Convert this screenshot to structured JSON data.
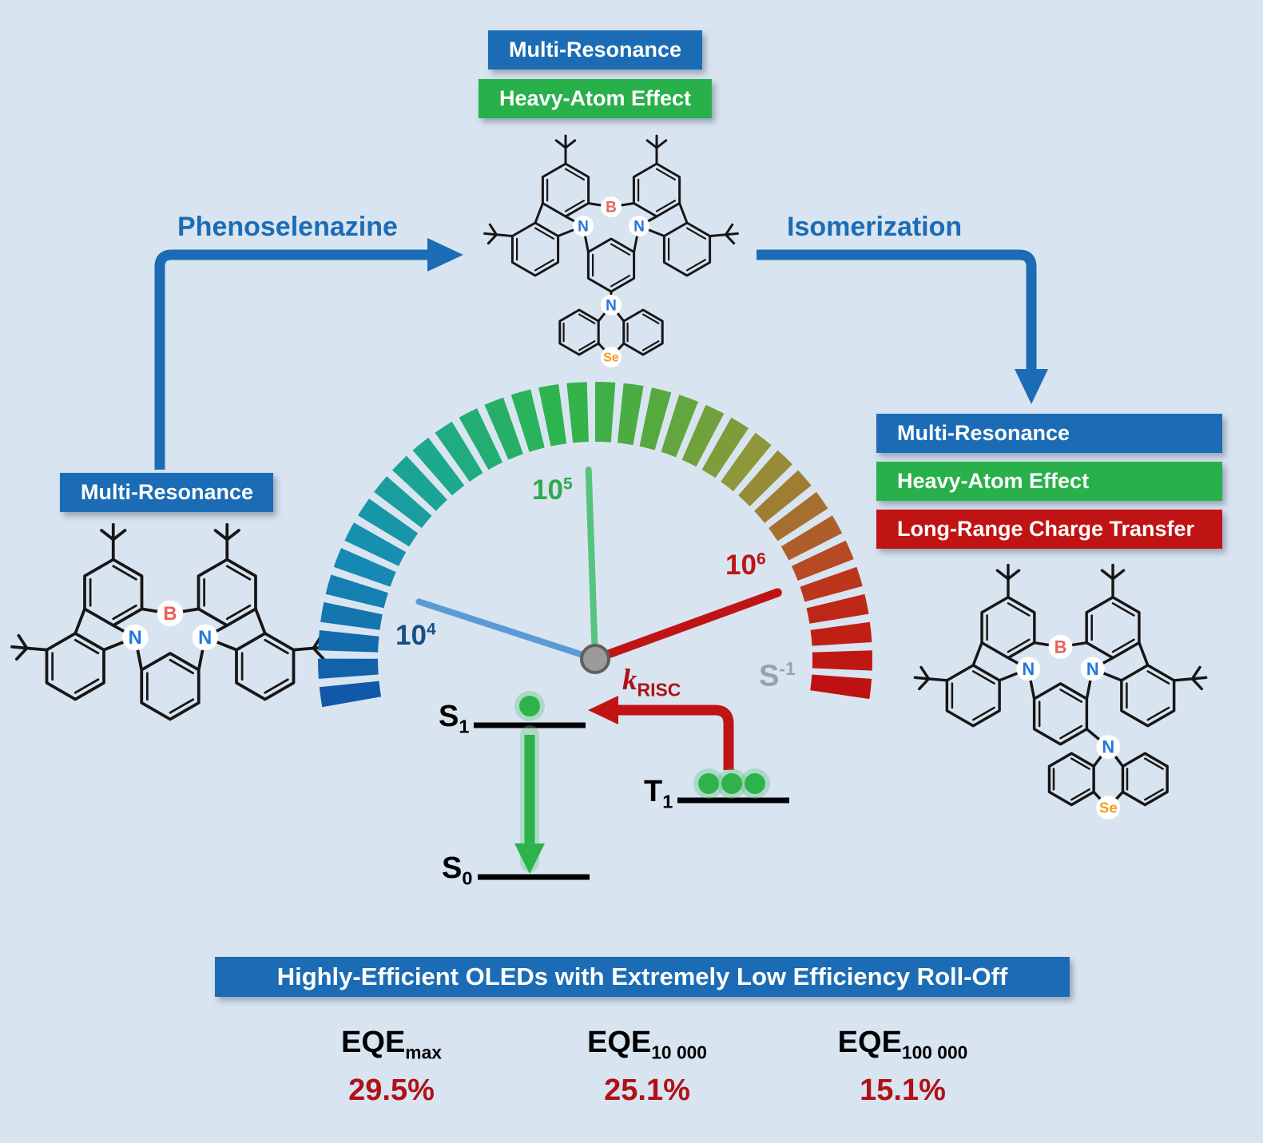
{
  "colors": {
    "background": "#d9e4f1",
    "blue": "#1b6cb5",
    "green": "#28b04a",
    "red": "#c01414",
    "dark_red": "#b01116",
    "gray": "#98a2ac",
    "atom_b": "#e8605a",
    "atom_n": "#2277dd",
    "atom_se": "#f59a1d",
    "needle_blue": "#5b9bd5",
    "needle_green": "#55c47d",
    "needle_red": "#c01414"
  },
  "top_badges": {
    "multi_resonance": "Multi-Resonance",
    "heavy_atom": "Heavy-Atom Effect"
  },
  "left_panel": {
    "arrow_label": "Phenoselenazine",
    "badge": "Multi-Resonance"
  },
  "right_panel": {
    "arrow_label": "Isomerization",
    "badge_multi_resonance": "Multi-Resonance",
    "badge_heavy_atom": "Heavy-Atom Effect",
    "badge_lrct": "Long-Range Charge Transfer"
  },
  "gauge": {
    "tick_low_base": "10",
    "tick_low_exp": "4",
    "tick_mid_base": "10",
    "tick_mid_exp": "5",
    "tick_high_base": "10",
    "tick_high_exp": "6",
    "k_label": "k",
    "k_sub": "RISC",
    "unit_base": "S",
    "unit_exp": "-1"
  },
  "energy": {
    "s1_base": "S",
    "s1_sub": "1",
    "t1_base": "T",
    "t1_sub": "1",
    "s0_base": "S",
    "s0_sub": "0"
  },
  "molecules": {
    "boron": "B",
    "nitrogen": "N",
    "selenium": "Se"
  },
  "banner": "Highly-Efficient OLEDs with Extremely Low Efficiency Roll-Off",
  "stats": [
    {
      "label_base": "EQE",
      "label_sub": "max",
      "value": "29.5%"
    },
    {
      "label_base": "EQE",
      "label_sub": "10 000",
      "value": "25.1%"
    },
    {
      "label_base": "EQE",
      "label_sub": "100 000",
      "value": "15.1%"
    }
  ]
}
